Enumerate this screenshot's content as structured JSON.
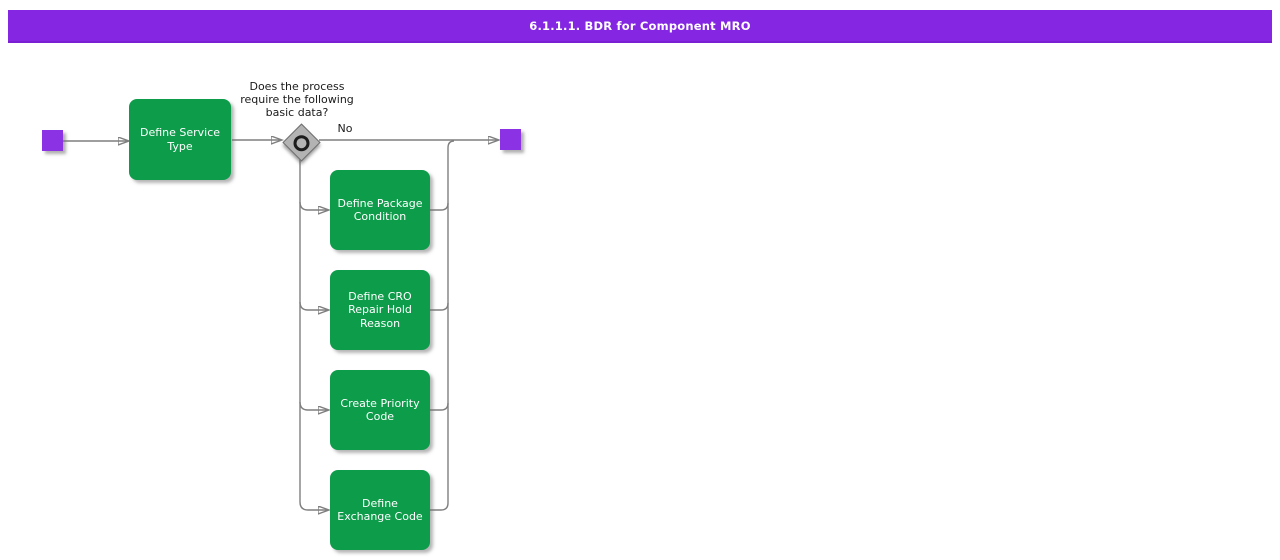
{
  "title_bar": {
    "text": "6.1.1.1. BDR for Component MRO",
    "bg_color": "#8426e2",
    "text_color": "#ffffff"
  },
  "diagram": {
    "tasks": [
      {
        "id": "define-service-type",
        "label": "Define Service Type"
      },
      {
        "id": "define-package-condition",
        "label": "Define Package Condition"
      },
      {
        "id": "define-cro-repair-hold-reason",
        "label": "Define CRO Repair Hold Reason"
      },
      {
        "id": "create-priority-code",
        "label": "Create Priority Code"
      },
      {
        "id": "define-exchange-code",
        "label": "Define Exchange Code"
      }
    ],
    "decision": {
      "question": "Does the process require the following basic data?",
      "branch_label": "No"
    },
    "colors": {
      "task_green": "#0d9c4a",
      "endpoint_purple": "#8a32e4",
      "header_purple": "#8426e2",
      "connector_gray": "#7f7f7f",
      "gateway_gray": "#b3b3b3"
    }
  }
}
